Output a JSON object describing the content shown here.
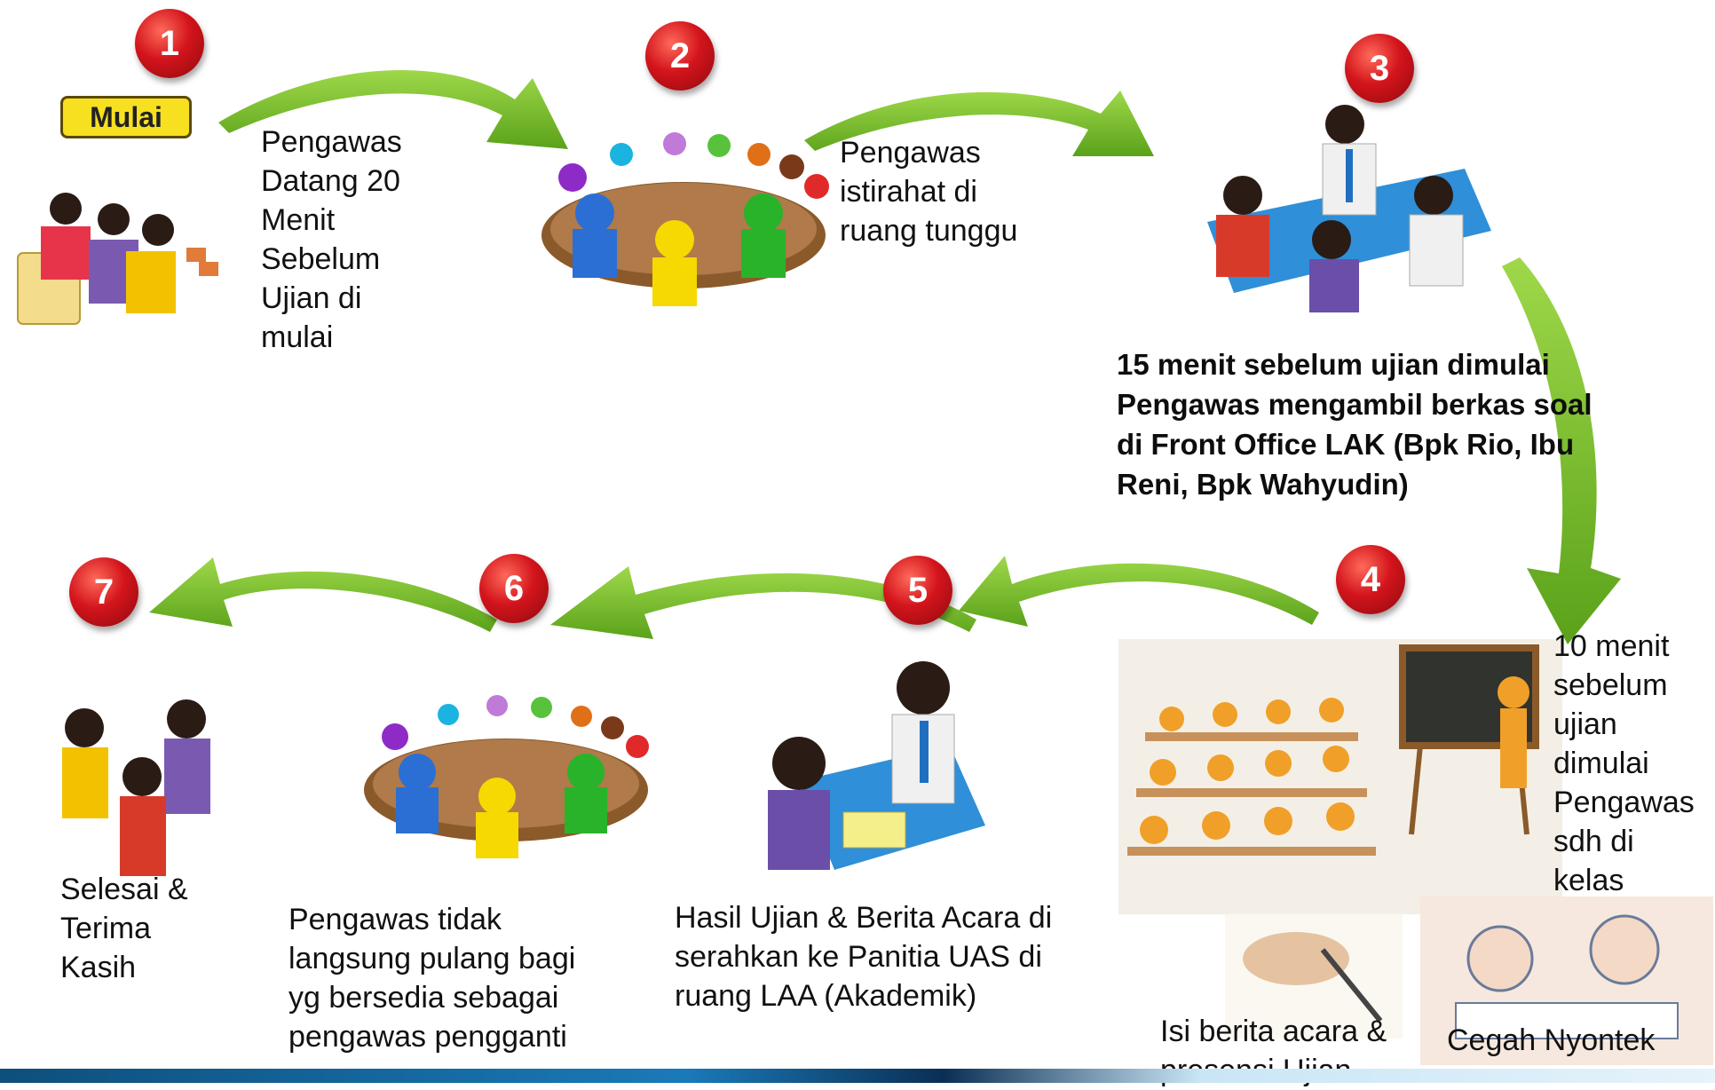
{
  "steps": [
    {
      "number": "1",
      "start_label": "Mulai",
      "text": "Pengawas\nDatang 20\nMenit\nSebelum\nUjian di\nmulai"
    },
    {
      "number": "2",
      "text": "Pengawas\nistirahat di\nruang tunggu"
    },
    {
      "number": "3",
      "text": "15 menit sebelum ujian dimulai\nPengawas mengambil berkas soal\ndi Front Office LAK (Bpk Rio, Ibu\nReni, Bpk Wahyudin)"
    },
    {
      "number": "4",
      "text": "10 menit\nsebelum\nujian\ndimulai\nPengawas\nsdh di\nkelas",
      "sub_items": [
        "Isi berita acara &\npresensi Ujian",
        "Cegah Nyontek"
      ]
    },
    {
      "number": "5",
      "text": "Hasil Ujian & Berita Acara di\nserahkan ke Panitia UAS di\nruang LAA (Akademik)"
    },
    {
      "number": "6",
      "text": "Pengawas tidak\nlangsung pulang bagi\nyg bersedia sebagai\npengawas pengganti"
    },
    {
      "number": "7",
      "text": "Selesai &\nTerima\nKasih"
    }
  ],
  "colors": {
    "arrow": "#7cc52a",
    "badge": "#d3141c",
    "accent_bar": "#1a7ab8"
  }
}
